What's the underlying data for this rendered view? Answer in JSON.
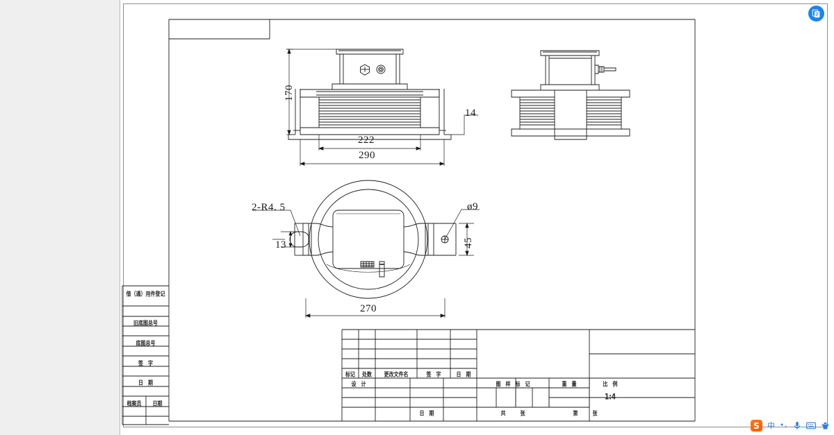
{
  "window": {
    "background_color": "#efefef",
    "sheet_color": "#ffffff"
  },
  "top_right_icon": {
    "name": "document-copy-icon",
    "color": "#1a84f0"
  },
  "drawing": {
    "title": "",
    "header_box_text": "",
    "views": [
      {
        "name": "front-elevation",
        "label": ""
      },
      {
        "name": "side-elevation",
        "label": ""
      },
      {
        "name": "plan-view",
        "label": ""
      }
    ],
    "dimensions": {
      "height_170": "170",
      "inner_width_222": "222",
      "outer_width_290": "290",
      "flange_thk_14": "14",
      "radius_2r45": "2-R4. 5",
      "slot_13": "13",
      "hole_dia_9": "ø9",
      "bolt_spacing_45": "45",
      "plan_width_270": "270"
    }
  },
  "left_register_block": {
    "rows": [
      {
        "name": "borrowed-parts-register",
        "text": "借（通）用件登记"
      },
      {
        "name": "blank-row-1",
        "text": ""
      },
      {
        "name": "old-base-drawing-no",
        "text": "旧底图总号"
      },
      {
        "name": "blank-row-2",
        "text": ""
      },
      {
        "name": "base-drawing-no",
        "text": "底图总号"
      },
      {
        "name": "blank-row-3",
        "text": ""
      },
      {
        "name": "signature",
        "text": "签　字"
      },
      {
        "name": "blank-row-4",
        "text": ""
      },
      {
        "name": "date",
        "text": "日　期"
      },
      {
        "name": "blank-row-5",
        "text": ""
      }
    ],
    "archivist_label": "档案员",
    "archivist_date_label": "日期"
  },
  "title_block": {
    "revision_headers": [
      {
        "name": "mark",
        "text": "标记"
      },
      {
        "name": "qty",
        "text": "处数"
      },
      {
        "name": "change-doc-name",
        "text": "更改文件名"
      },
      {
        "name": "signature",
        "text": "签　字"
      },
      {
        "name": "date",
        "text": "日　期"
      }
    ],
    "design_label": "设　计",
    "date_label": "日　期",
    "drawing_mark_label": "图　样　标　记",
    "weight_label": "重　量",
    "scale_label": "比　例",
    "scale_value": "1:4",
    "weight_value": "",
    "total_sheets_label": "共　　　张",
    "sheet_no_label": "第　　　张"
  },
  "ime_bar": {
    "logo": "S",
    "items": [
      {
        "name": "chinese-mode-toggle",
        "glyph": "中"
      },
      {
        "name": "punctuation-toggle",
        "glyph": "°,"
      },
      {
        "name": "voice-input-icon",
        "glyph": "↓"
      },
      {
        "name": "soft-keyboard-icon",
        "glyph": "⌨"
      },
      {
        "name": "toolbox-icon",
        "glyph": "♒"
      }
    ]
  }
}
